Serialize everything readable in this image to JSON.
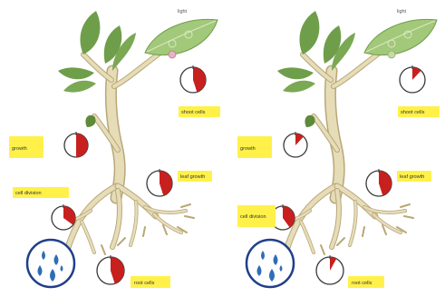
{
  "colors": {
    "stem": "#e6dcb8",
    "stem_stroke": "#b8a777",
    "leaf": "#6f9e4a",
    "leaf_light": "#a2c87a",
    "leaf_vein": "#dbe9c4",
    "label_bg": "#fff14a",
    "gauge_red": "#c8201e",
    "gauge_ring": "#3a3a3a",
    "water_blue": "#2f6db6",
    "water_ring": "#1f3f8a"
  },
  "panels": [
    {
      "id": "left",
      "labels": {
        "leaf_top": "light",
        "shoot": "shoot cells",
        "stem": "growth",
        "lateral": "leaf growth",
        "root_zone": "cell division",
        "root_tip": "root cells"
      },
      "gauge_levels": {
        "shoot": 0.45,
        "stem": 0.5,
        "lateral": 0.45,
        "root_zone": 0.35,
        "root_tip": 0.45
      }
    },
    {
      "id": "right",
      "labels": {
        "leaf_top": "light",
        "shoot": "shoot cells",
        "stem": "growth",
        "lateral": "leaf growth",
        "root_zone": "cell division",
        "root_tip": "root cells"
      },
      "gauge_levels": {
        "shoot": 0.12,
        "stem": 0.12,
        "lateral": 0.45,
        "root_zone": 0.4,
        "root_tip": 0.08
      }
    }
  ],
  "icons": [
    "water-drops-icon",
    "leaf-icon",
    "gauge-icon"
  ]
}
